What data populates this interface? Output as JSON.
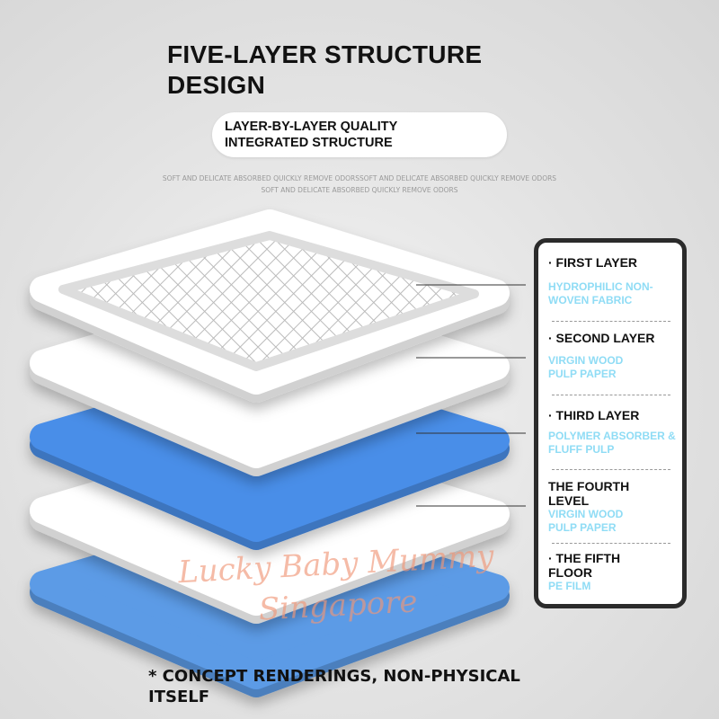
{
  "title": "FIVE-LAYER STRUCTURE DESIGN",
  "pill": "LAYER-BY-LAYER QUALITY INTEGRATED STRUCTURE",
  "subtext": [
    "SOFT AND DELICATE ABSORBED QUICKLY REMOVE ODORSSOFT AND DELICATE ABSORBED QUICKLY REMOVE ODORS",
    "SOFT AND DELICATE ABSORBED QUICKLY REMOVE ODORS"
  ],
  "layers": [
    {
      "name": "· FIRST LAYER",
      "material": "HYDROPHILIC NON-WOVEN FABRIC",
      "color": "#ffffff"
    },
    {
      "name": "· SECOND LAYER",
      "material": "VIRGIN WOOD PULP PAPER",
      "color": "#ffffff"
    },
    {
      "name": "· THIRD LAYER",
      "material": "POLYMER ABSORBER & FLUFF PULP",
      "color": "#4a8ee8"
    },
    {
      "name": "THE FOURTH LEVEL",
      "material": "VIRGIN WOOD PULP PAPER",
      "color": "#ffffff"
    },
    {
      "name": "· THE FIFTH FLOOR",
      "material": "PE FILM",
      "color": "#5b9be6"
    }
  ],
  "note": "* CONCEPT RENDERINGS, NON-PHYSICAL ITSELF",
  "watermark": [
    "Lucky Baby Mummy",
    "Singapore"
  ],
  "colors": {
    "accent_text": "#8fdcf5",
    "panel_border": "#2b2b2b"
  }
}
